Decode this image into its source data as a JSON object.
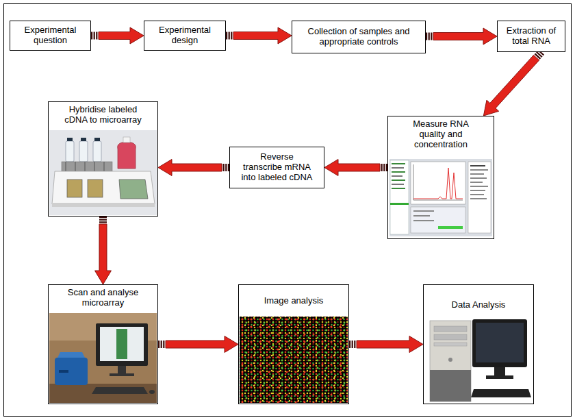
{
  "diagram": {
    "nodes": [
      {
        "text": [
          "Experimental question"
        ]
      },
      {
        "text": [
          "Experimental design"
        ]
      },
      {
        "text": [
          "Collection of samples and appropriate controls"
        ]
      },
      {
        "text": [
          "Extraction of total RNA"
        ]
      },
      {
        "text": [
          "Measure RNA quality and concentration"
        ]
      },
      {
        "text": [
          "Reverse transcribe mRNA into labeled cDNA"
        ]
      },
      {
        "text": [
          "Hybridise labeled cDNA to microarray"
        ]
      },
      {
        "text": [
          "Scan and analyse microarray"
        ]
      },
      {
        "text": [
          "Image analysis"
        ]
      },
      {
        "text": [
          "Data Analysis"
        ]
      }
    ],
    "edges": [
      {
        "from": 0,
        "to": 1,
        "arrow": "to"
      },
      {
        "from": 1,
        "to": 2,
        "arrow": "to"
      },
      {
        "from": 2,
        "to": 3,
        "arrow": "to"
      },
      {
        "from": 3,
        "to": 4,
        "arrow": "to"
      },
      {
        "from": 4,
        "to": 5,
        "arrow": "to"
      },
      {
        "from": 5,
        "to": 6,
        "arrow": "to"
      },
      {
        "from": 6,
        "to": 7,
        "arrow": "to"
      },
      {
        "from": 7,
        "to": 8,
        "arrow": "to"
      },
      {
        "from": 8,
        "to": 9,
        "arrow": "to"
      }
    ]
  }
}
